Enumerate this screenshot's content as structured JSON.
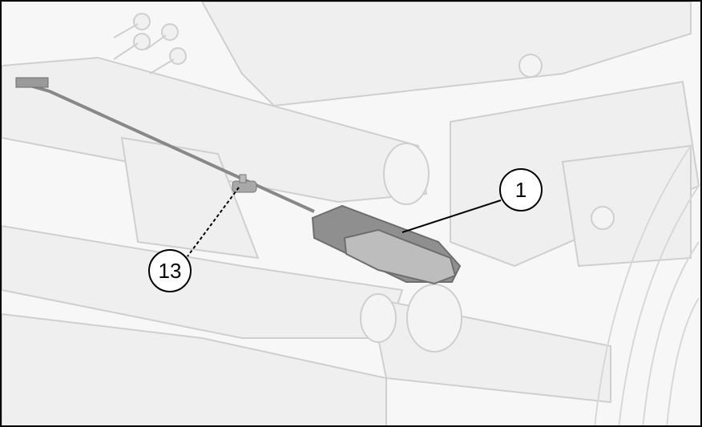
{
  "figure": {
    "callouts": [
      {
        "id": "1",
        "label": "1"
      },
      {
        "id": "13",
        "label": "13"
      }
    ],
    "colors": {
      "frame_border": "#000000",
      "background": "#f7f7f7",
      "component_fill": "#8f8f8f",
      "component_dark": "#6e6e6e",
      "machine_light": "#efefef",
      "machine_stroke": "#cfcfcf",
      "leader_line": "#000000"
    }
  }
}
